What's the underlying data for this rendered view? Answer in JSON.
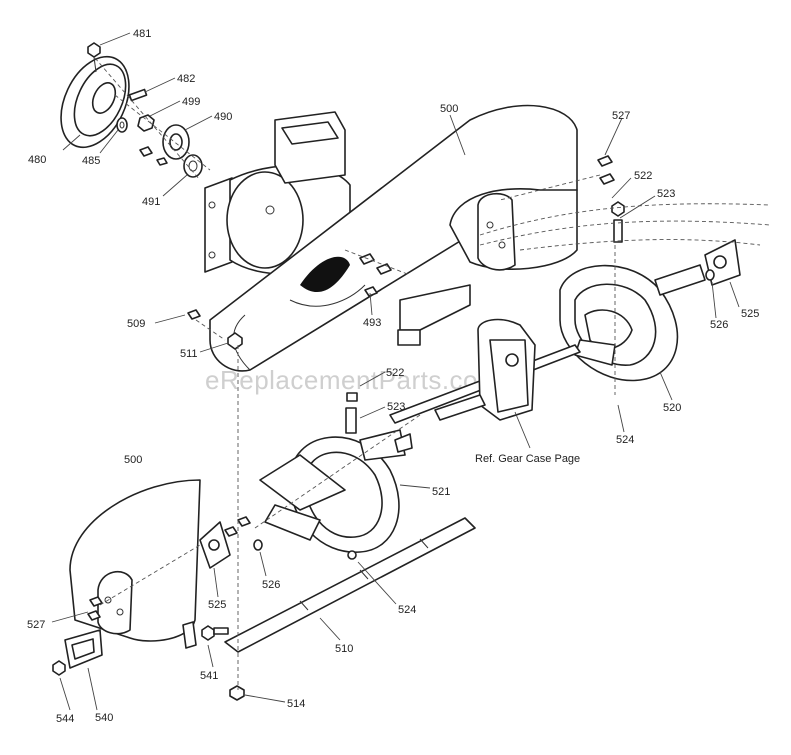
{
  "watermark": "eReplacementParts.com",
  "note": "Ref. Gear Case Page",
  "labels": {
    "l481": "481",
    "l482": "482",
    "l499": "499",
    "l490": "490",
    "l480": "480",
    "l485": "485",
    "l491": "491",
    "l500a": "500",
    "l527a": "527",
    "l522a": "522",
    "l523a": "523",
    "l509": "509",
    "l511": "511",
    "l493": "493",
    "l525a": "525",
    "l526a": "526",
    "l520": "520",
    "l522b": "522",
    "l523b": "523",
    "l524a": "524",
    "l500b": "500",
    "l521": "521",
    "l526b": "526",
    "l525b": "525",
    "l527b": "527",
    "l524b": "524",
    "l510": "510",
    "l541": "541",
    "l514": "514",
    "l544": "544",
    "l540": "540"
  }
}
